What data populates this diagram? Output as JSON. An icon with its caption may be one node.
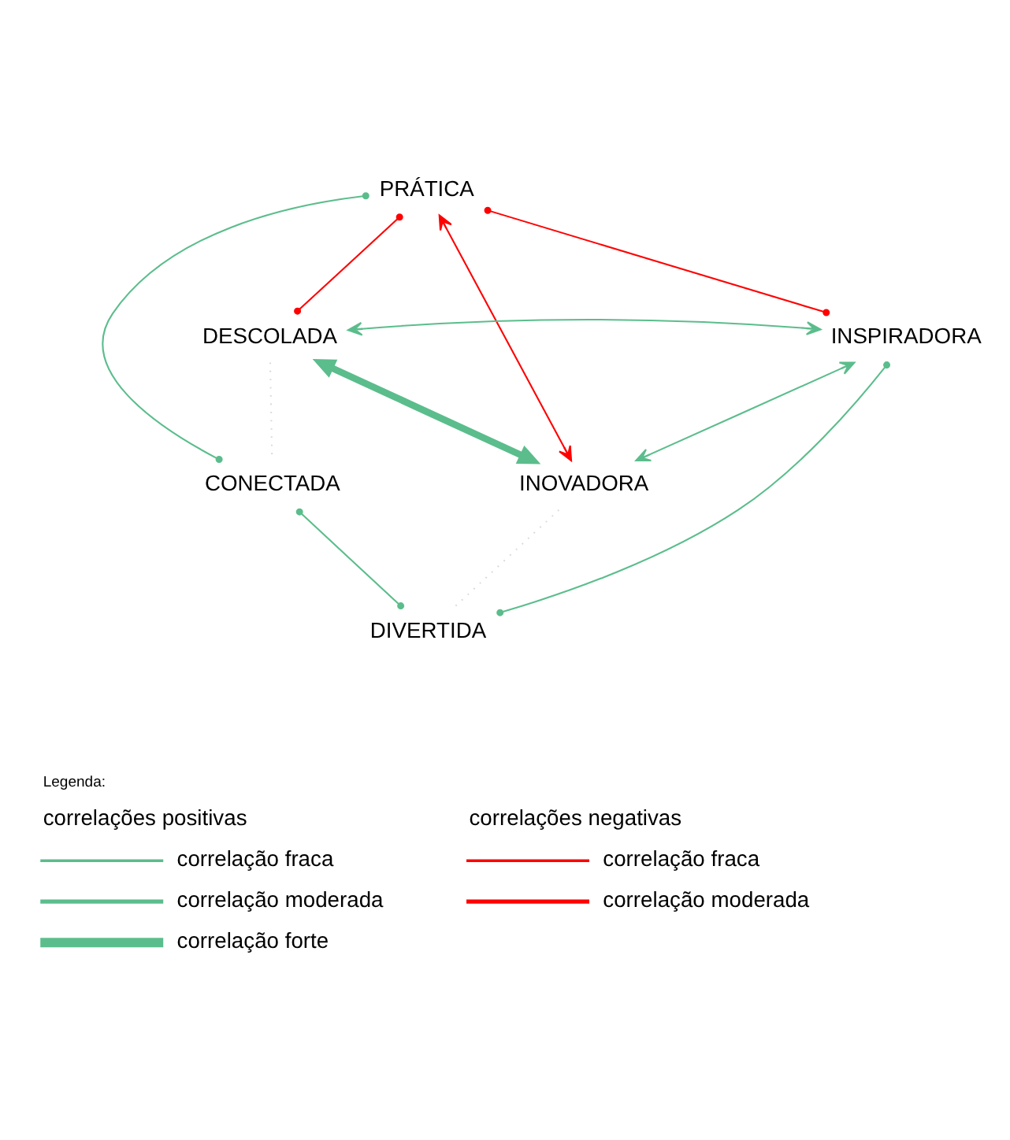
{
  "diagram": {
    "nodes": [
      {
        "text": [
          "PRÁTICA"
        ]
      },
      {
        "text": [
          "DESCOLADA"
        ]
      },
      {
        "text": [
          "INSPIRADORA"
        ]
      },
      {
        "text": [
          "CONECTADA"
        ]
      },
      {
        "text": [
          "INOVADORA"
        ]
      },
      {
        "text": [
          "DIVERTIDA"
        ]
      }
    ],
    "edges": [
      {
        "from": 0,
        "to": 1,
        "arrow": "other",
        "color": "#ff0000"
      },
      {
        "from": 0,
        "to": 3,
        "arrow": "other"
      },
      {
        "from": 0,
        "to": 2,
        "arrow": "other",
        "color": "#ff0000"
      },
      {
        "from": 0,
        "to": 4,
        "arrow": "both",
        "color": "#ff0000"
      },
      {
        "from": 1,
        "to": 2,
        "arrow": "both"
      },
      {
        "from": 1,
        "to": 4,
        "arrow": "both",
        "style": "thick"
      },
      {
        "from": 2,
        "to": 5,
        "arrow": "other"
      },
      {
        "from": 2,
        "to": 4,
        "arrow": "both"
      },
      {
        "from": 3,
        "to": 5,
        "arrow": "other"
      },
      {
        "from": 1,
        "to": 3,
        "arrow": "none",
        "style": "dashed",
        "color": "#d9d9d9"
      },
      {
        "from": 4,
        "to": 5,
        "arrow": "none",
        "style": "dashed",
        "color": "#d9d9d9"
      }
    ],
    "labels": [
      "Legenda:",
      "correlações positivas",
      "correlações negativas"
    ],
    "legend": [
      {
        "text": "correlação fraca"
      },
      {
        "text": "correlação moderada"
      },
      {
        "text": "correlação forte"
      },
      {
        "text": "correlação fraca"
      },
      {
        "text": "correlação moderada"
      }
    ]
  }
}
